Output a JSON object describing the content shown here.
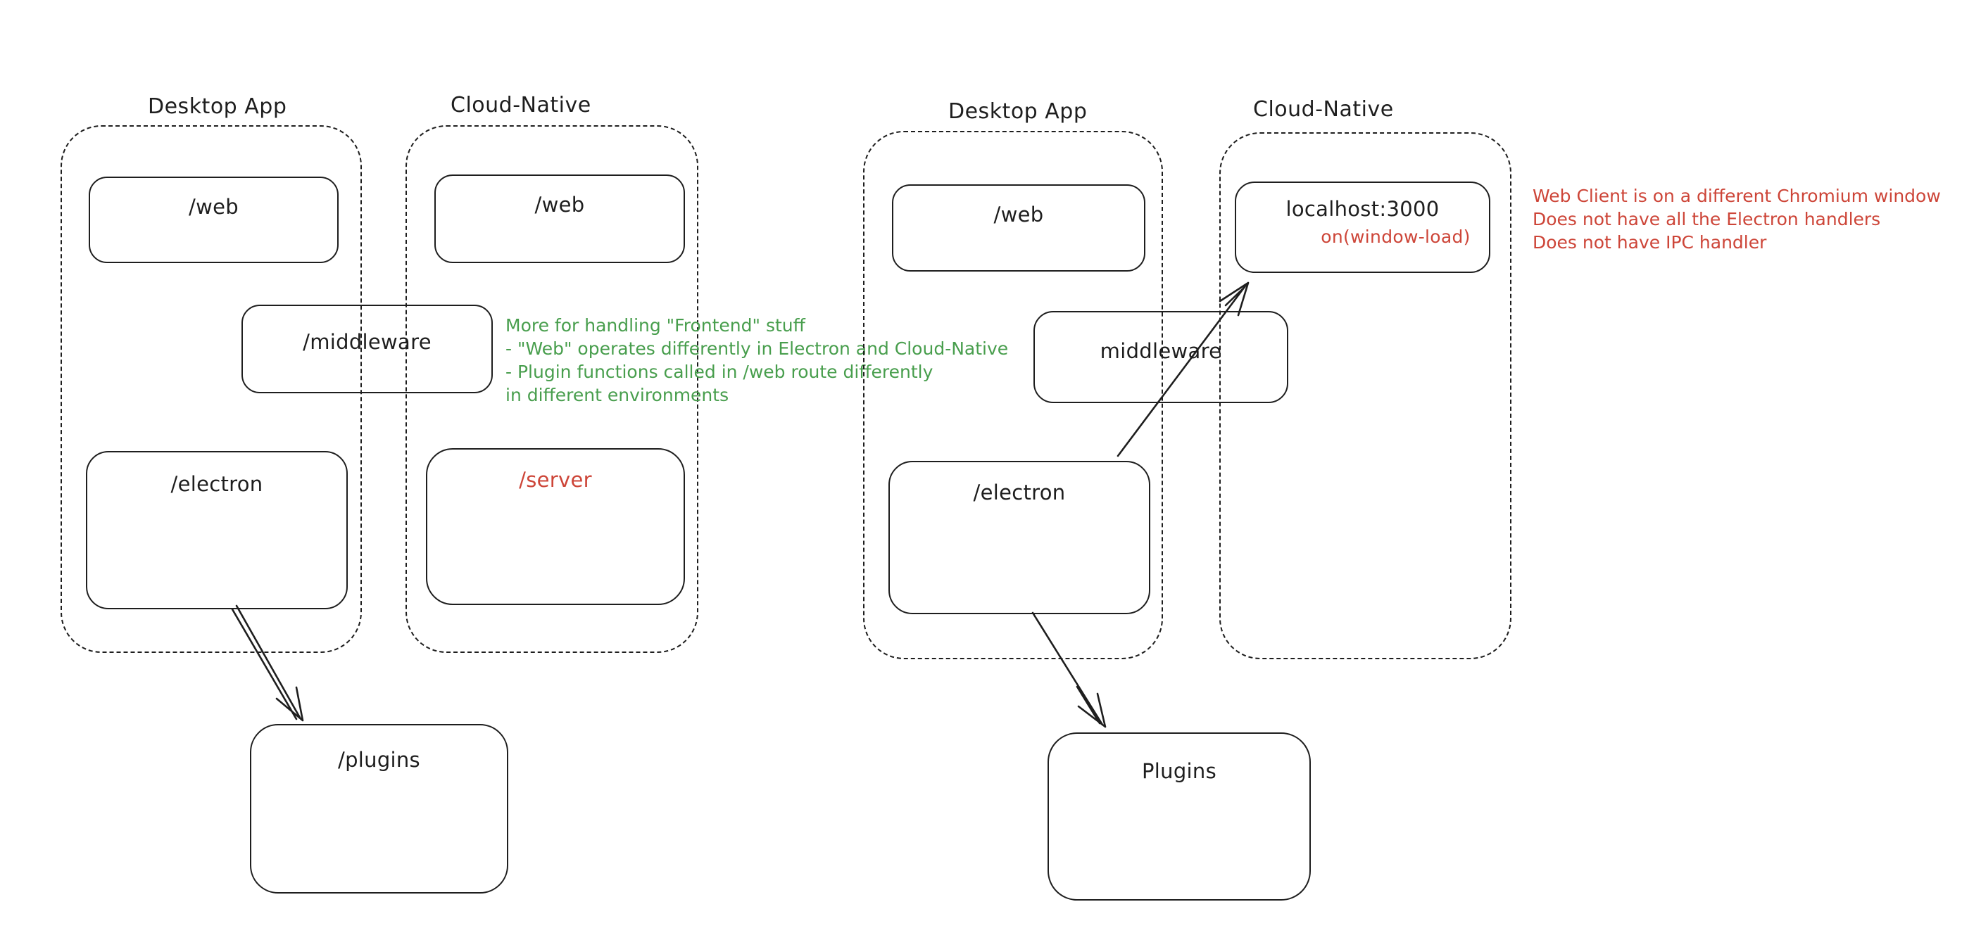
{
  "canvas": {
    "background": "#ffffff",
    "stroke_color": "#1e1e1e",
    "green_color": "#489e4d",
    "red_color": "#cd4538"
  },
  "left_diagram": {
    "desktop_app": {
      "title": "Desktop App",
      "web_label": "/web",
      "electron_label": "/electron"
    },
    "cloud_native": {
      "title": "Cloud-Native",
      "web_label": "/web",
      "server_label": "/server"
    },
    "middleware_label": "/middleware",
    "plugins_label": "/plugins",
    "green_note": {
      "color": "#489e4d",
      "lines": [
        "More for handling \"Frontend\" stuff",
        "- \"Web\" operates differently in Electron and Cloud-Native",
        "- Plugin functions called in /web route differently",
        "in different environments"
      ]
    }
  },
  "right_diagram": {
    "desktop_app": {
      "title": "Desktop App",
      "web_label": "/web",
      "electron_label": "/electron"
    },
    "cloud_native": {
      "title": "Cloud-Native",
      "localhost_label": "localhost:3000",
      "window_load_label": "on(window-load)"
    },
    "middleware_label": "middleware",
    "plugins_label": "Plugins",
    "red_note": {
      "color": "#cd4538",
      "lines": [
        "Web Client is on a different Chromium window",
        "Does not have all the Electron handlers",
        "Does not have IPC handler"
      ]
    }
  }
}
